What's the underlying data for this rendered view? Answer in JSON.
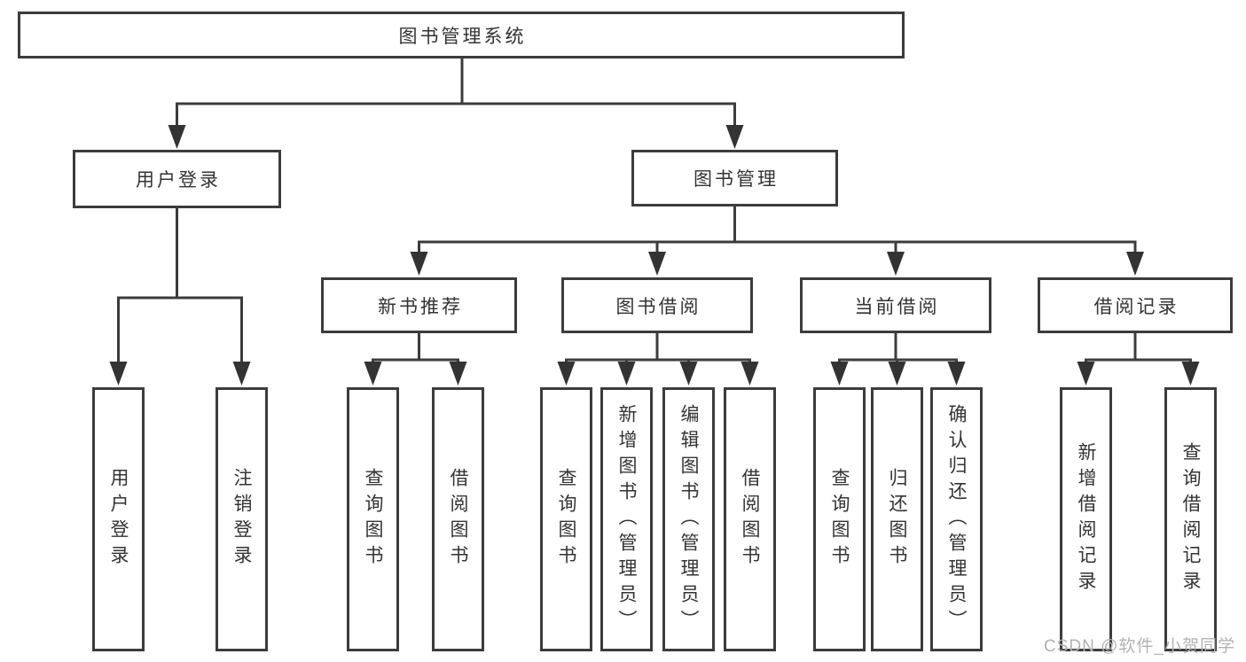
{
  "tree": {
    "label": "图书管理系统",
    "children": [
      {
        "label": "用户登录",
        "children": [
          {
            "label": "用户登录"
          },
          {
            "label": "注销登录"
          }
        ]
      },
      {
        "label": "图书管理",
        "children": [
          {
            "label": "新书推荐",
            "children": [
              {
                "label": "查询图书"
              },
              {
                "label": "借阅图书"
              }
            ]
          },
          {
            "label": "图书借阅",
            "children": [
              {
                "label": "查询图书"
              },
              {
                "label": "新增图书（管理员）"
              },
              {
                "label": "编辑图书（管理员）"
              },
              {
                "label": "借阅图书"
              }
            ]
          },
          {
            "label": "当前借阅",
            "children": [
              {
                "label": "查询图书"
              },
              {
                "label": "归还图书"
              },
              {
                "label": "确认归还（管理员）"
              }
            ]
          },
          {
            "label": "借阅记录",
            "children": [
              {
                "label": "新增借阅记录"
              },
              {
                "label": "查询借阅记录"
              }
            ]
          }
        ]
      }
    ]
  },
  "watermark": {
    "text": "CSDN @软件_小贺同学"
  },
  "colors": {
    "line": "#3c3c3c",
    "arrow": "#333333",
    "text": "#333333",
    "watermark": "#b2b2b2",
    "background": "#ffffff"
  }
}
